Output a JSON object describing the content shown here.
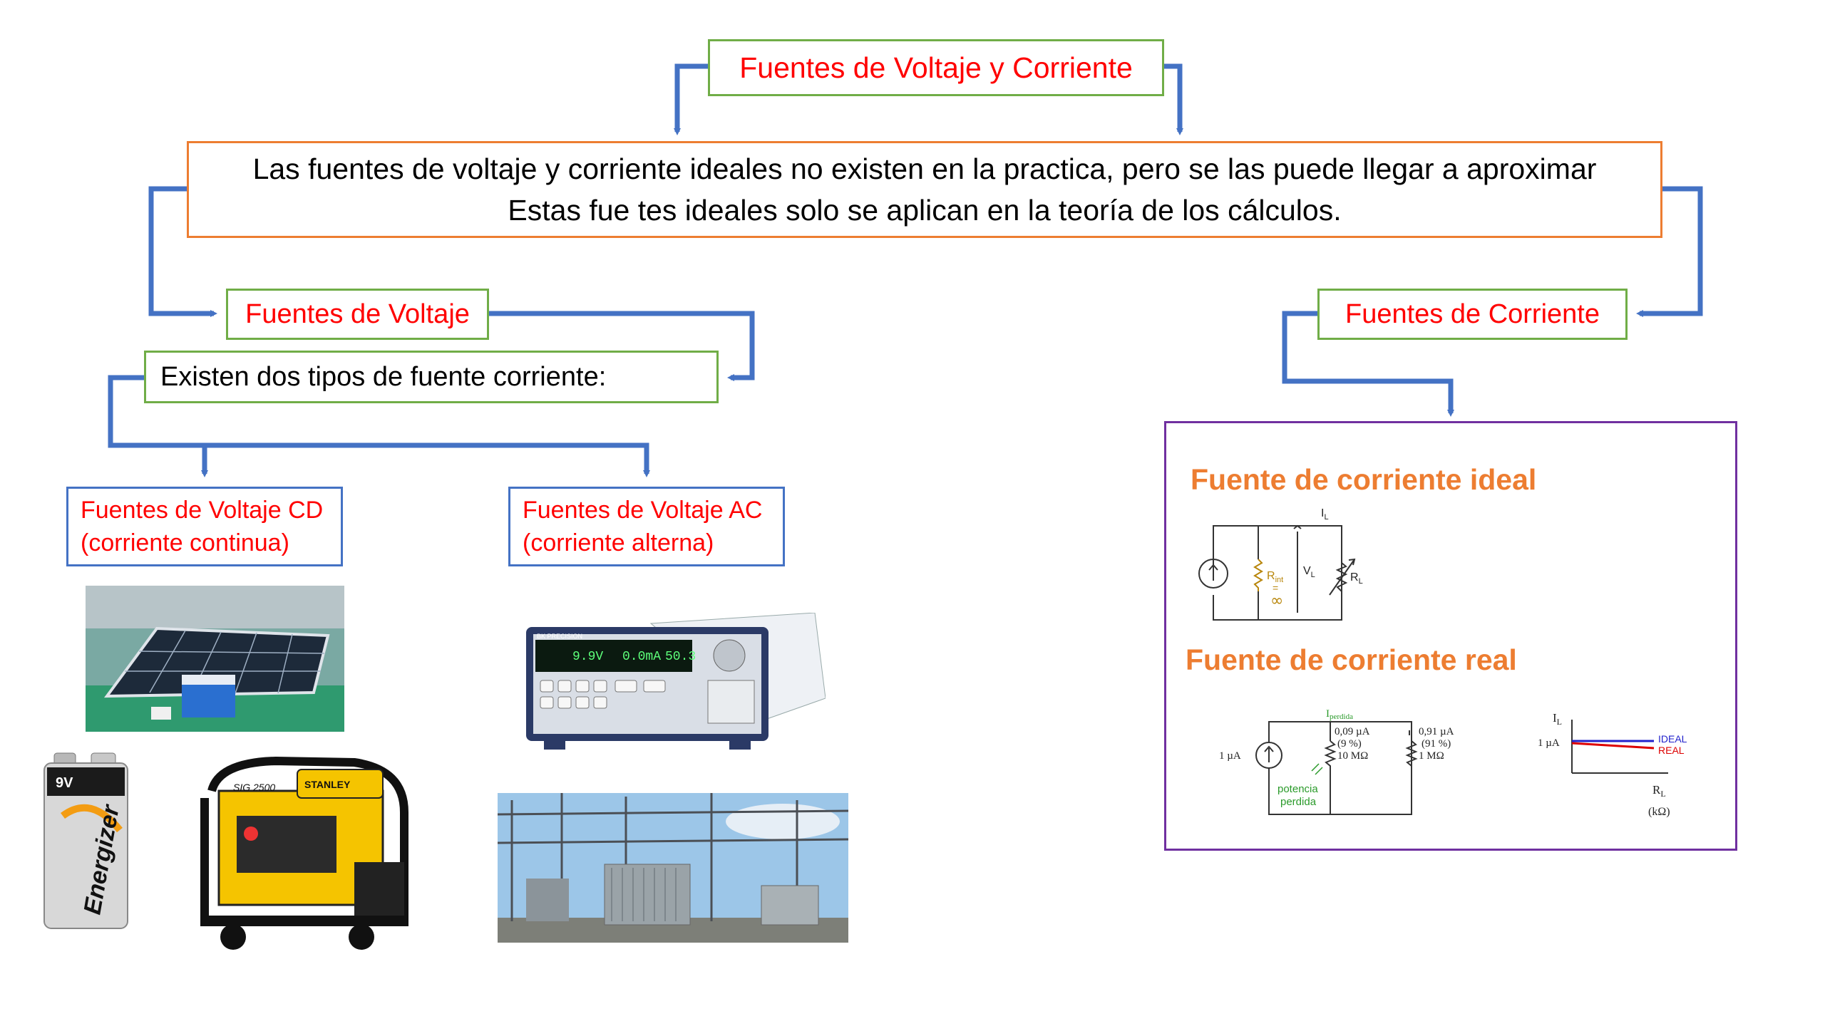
{
  "nodes": {
    "root": "Fuentes de Voltaje y Corriente",
    "intro_line1": "Las fuentes de voltaje y corriente ideales no existen en la practica, pero se las puede llegar a aproximar",
    "intro_line2": "Estas fue tes ideales solo se aplican en la teoría de los cálculos.",
    "voltage": "Fuentes de Voltaje",
    "current": "Fuentes de Corriente",
    "types": "Existen dos tipos de fuente corriente:",
    "dc_line1": "Fuentes de Voltaje CD",
    "dc_line2": "(corriente continua)",
    "ac_line1": "Fuentes de Voltaje AC",
    "ac_line2": "(corriente alterna)"
  },
  "current_panel": {
    "ideal_title": "Fuente de corriente ideal",
    "real_title": "Fuente de corriente real",
    "ideal_circuit": {
      "il": "I",
      "il_sub": "L",
      "rint": "R",
      "rint_sub": "int",
      "eq": "=",
      "inf": "∞",
      "vl": "V",
      "vl_sub": "L",
      "rl": "R",
      "rl_sub": "L"
    },
    "real_circuit": {
      "iperdida": "I",
      "iperdida_sub": "perdida",
      "source": "1 µA",
      "i1": "0,09 µA",
      "i1_pct": "(9 %)",
      "i2": "0,91 µA",
      "i2_pct": "(91 %)",
      "r1": "10 MΩ",
      "r2": "1 MΩ",
      "loss1": "potencia",
      "loss2": "perdida"
    },
    "graph": {
      "ylabel": "I",
      "ylabel_sub": "L",
      "ytick": "1 µA",
      "ideal": "IDEAL",
      "real": "REAL",
      "xlabel": "R",
      "xlabel_sub": "L",
      "xunit": "(kΩ)",
      "ideal_color": "#2222cc",
      "real_color": "#dd0000"
    }
  },
  "photos": {
    "battery_brand": "Energizer",
    "battery_volt": "9V",
    "generator_brand": "STANLEY",
    "generator_model": "SIG 2500",
    "psu_brand": "BK PRECISION",
    "psu_v": "9.9V",
    "psu_a": "0.0mA",
    "psu_hz": "50.3"
  },
  "colors": {
    "connector": "#4472c4",
    "title_red": "#ff0000",
    "panel_title": "#ed7d31"
  }
}
